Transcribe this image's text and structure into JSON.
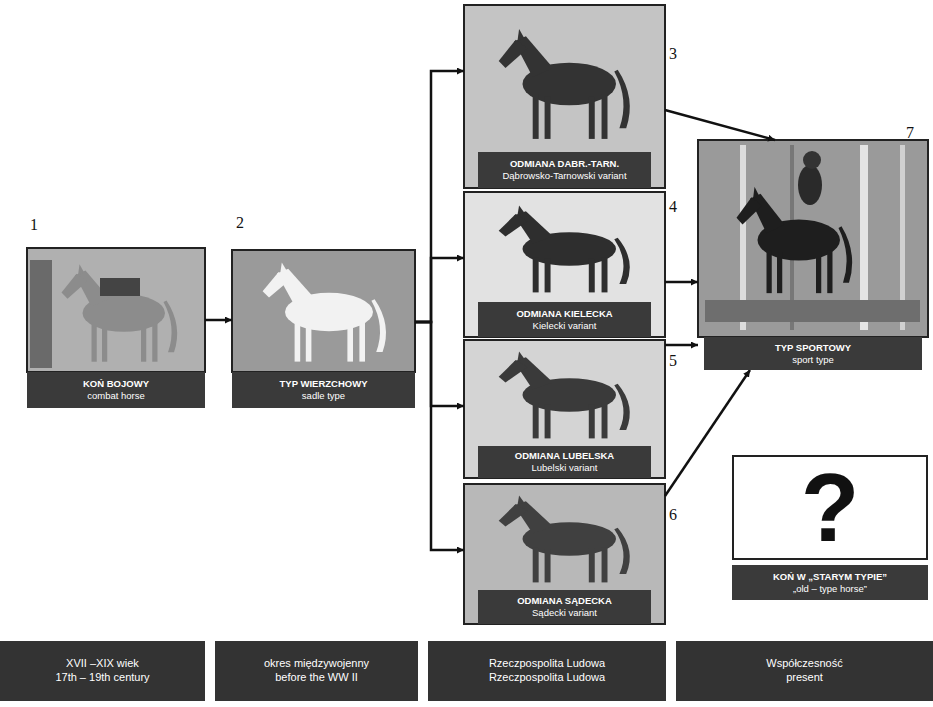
{
  "diagram": {
    "nodes": [
      {
        "text": [
          "KOŃ BOJOWY",
          "combat horse"
        ]
      },
      {
        "text": [
          "TYP WIERZCHOWY",
          "sadle type"
        ]
      },
      {
        "text": [
          "ODMIANA DABR.-TARN.",
          "Dąbrowsko-Tarnowski variant"
        ]
      },
      {
        "text": [
          "ODMIANA KIELECKA",
          "Kielecki variant"
        ]
      },
      {
        "text": [
          "ODMIANA LUBELSKA",
          "Lubelski variant"
        ]
      },
      {
        "text": [
          "ODMIANA SĄDECKA",
          "Sądecki variant"
        ]
      },
      {
        "text": [
          "TYP SPORTOWY",
          "sport type"
        ]
      },
      {
        "text": [
          "?",
          "KOŃ W „STARYM TYPIE”",
          "„old – type horse”"
        ]
      },
      {
        "text": [
          "XVII –XIX wiek",
          "17th – 19th century"
        ]
      },
      {
        "text": [
          "okres międzywojenny",
          "before the WW II"
        ]
      },
      {
        "text": [
          "Rzeczpospolita Ludowa",
          "Rzeczpospolita Ludowa"
        ]
      },
      {
        "text": [
          "Współczesność",
          "present"
        ]
      }
    ],
    "edges": [
      {
        "from": 0,
        "to": 1,
        "arrow": "to"
      },
      {
        "from": 1,
        "to": 2,
        "arrow": "to"
      },
      {
        "from": 1,
        "to": 3,
        "arrow": "to"
      },
      {
        "from": 1,
        "to": 4,
        "arrow": "to"
      },
      {
        "from": 1,
        "to": 5,
        "arrow": "to"
      },
      {
        "from": 2,
        "to": 6,
        "arrow": "to"
      },
      {
        "from": 3,
        "to": 6,
        "arrow": "to"
      },
      {
        "from": 4,
        "to": 6,
        "arrow": "to"
      },
      {
        "from": 5,
        "to": 6,
        "arrow": "to"
      }
    ],
    "labels": [
      "1",
      "2",
      "3",
      "4",
      "5",
      "6",
      "7"
    ]
  }
}
